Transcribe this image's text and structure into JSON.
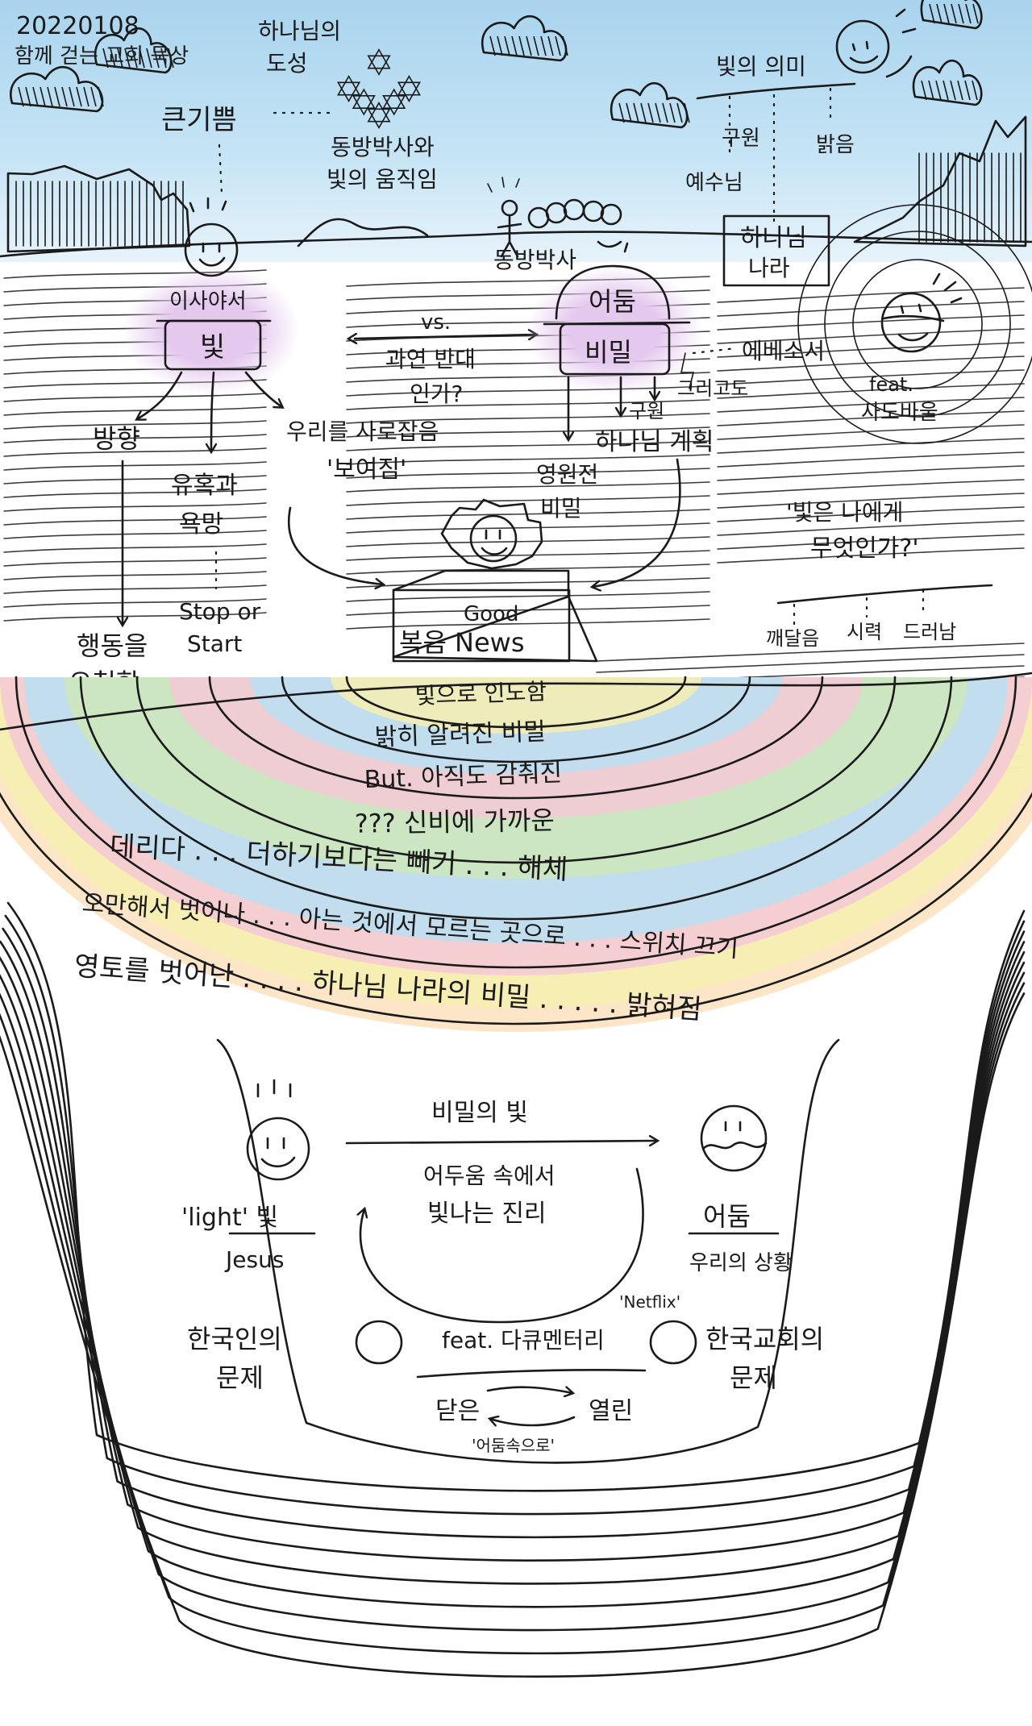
{
  "header": {
    "date": "20220108",
    "subtitle": "함께 걷는 교회 묵상",
    "title_line1": "하나님의",
    "title_line2": "도성"
  },
  "top": {
    "great_joy": "큰기쁨",
    "eastern_line1": "동방박사와",
    "eastern_line2": "빛의 움직임",
    "eastern_magi": "동방박사",
    "meaning_title": "빛의 의미",
    "meaning_items": [
      "예수님",
      "구원",
      "밝음"
    ],
    "kingdom_line1": "하나님",
    "kingdom_line2": "나라"
  },
  "left_branch": {
    "isaiah": "이사야서",
    "light": "빛",
    "direction": "방향",
    "vs": "vs.",
    "opposite_line1": "과연 반대",
    "opposite_line2": "인가?",
    "temptation_line1": "유혹과",
    "temptation_line2": "욕망",
    "stop_start_line1": "Stop or",
    "stop_start_line2": "Start",
    "action_line1": "행동을",
    "action_line2": "요청함",
    "reveal_line1": "우리를 사로잡음",
    "reveal_line2": "'보여짐'"
  },
  "right_branch": {
    "darkness": "어둠",
    "secret": "비밀",
    "ephesians": "에베소서",
    "and_also": "그리고도",
    "plan_line1": "구원",
    "plan_line2": "하나님 계획",
    "eternal_line1": "영원전",
    "eternal_line2": "비밀",
    "feat_line1": "feat.",
    "feat_line2": "사도바울"
  },
  "center": {
    "good": "Good",
    "news": "복음 News",
    "question_line1": "'빛은 나에게",
    "question_line2": "무엇인가?'",
    "question_items": [
      "깨달음",
      "시력",
      "드러남"
    ]
  },
  "bands": [
    "빛으로 인도함",
    "밝히 알려진 비밀",
    "But. 아직도 감춰진",
    "??? 신비에 가까운",
    "데리다 . . .   더하기보다는   빼기 . . .  해체",
    "오만해서 벗어나 . . .  아는 것에서  모르는 곳으로 . . . 스위치 끄기",
    "영토를 벗어난 . . . .   하나님 나라의 비밀 . . . . .  밝혀짐"
  ],
  "bottom": {
    "arrow_top": "비밀의 빛",
    "arrow_bottom_line1": "어두움 속에서",
    "arrow_bottom_line2": "빛나는 진리",
    "light_label": "'light' 빛",
    "jesus": "Jesus",
    "darkness": "어둠",
    "our_state": "우리의 상황",
    "korean_problem_line1": "한국인의",
    "korean_problem_line2": "문제",
    "netflix": "'Netflix'",
    "documentary": "feat. 다큐멘터리",
    "closed": "닫은",
    "opened": "열린",
    "into_dark": "'어둠속으로'",
    "church_problem_line1": "한국교회의",
    "church_problem_line2": "문제"
  },
  "colors": {
    "sky": "#b9dcf0",
    "halo_purple": "#e4c8ee",
    "band_yellow": "#f6eeb0",
    "band_blue": "#b9dff2",
    "band_pink": "#f5c8d6",
    "band_green": "#cde7b8",
    "band_purple": "#d8c9ee",
    "band_orange": "#fbe2bd",
    "ink": "#1a1a1a"
  },
  "icons": [
    "smiley-face-icon",
    "star-of-david-icon",
    "cloud-icon",
    "mountain-icon",
    "sun-icon",
    "arrow-icon"
  ]
}
